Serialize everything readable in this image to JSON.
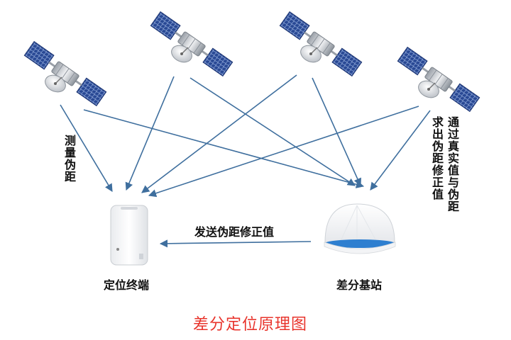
{
  "labels": {
    "measure_pseudorange": "测量伪距",
    "compute_correction_line1": "通过真实值与伪距",
    "compute_correction_line2": "求出伪距修正值",
    "send_correction": "发送伪距修正值",
    "terminal": "定位终端",
    "base_station": "差分基站"
  },
  "title": "差分定位原理图",
  "colors": {
    "arrow": "#3f6f9e",
    "title": "#e8342c",
    "panel": "#2a4f9a",
    "dome_ring": "#2e7fd0"
  },
  "icons": {
    "satellite": "satellite-icon",
    "terminal": "positioning-terminal-icon",
    "base": "base-station-dome-icon"
  }
}
